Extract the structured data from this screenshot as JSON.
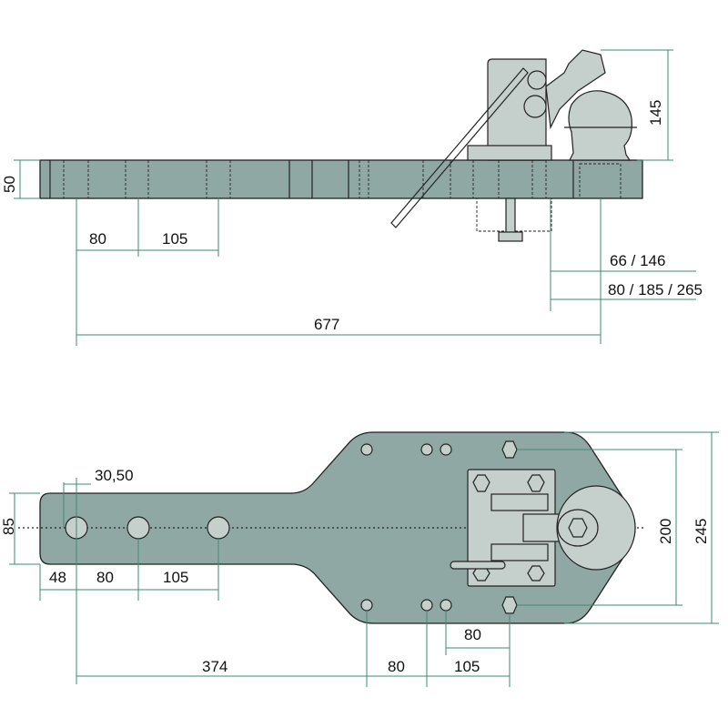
{
  "side_view": {
    "dimensions": {
      "height_bar": "50",
      "ball_height": "145",
      "hole_spacing_1": "80",
      "hole_spacing_2": "105",
      "offset_a": "66 / 146",
      "offset_b": "80 / 185 / 265",
      "total_length": "677"
    }
  },
  "top_view": {
    "dimensions": {
      "hole_diameter": "30,50",
      "bar_width": "85",
      "end_to_hole": "48",
      "hole_spacing_1": "80",
      "hole_spacing_2": "105",
      "bolt_spacing_width": "200",
      "plate_width": "245",
      "bolt_offset_80": "80",
      "length_374": "374",
      "spacing_80": "80",
      "spacing_105": "105"
    }
  },
  "colors": {
    "body": "#8fa8a4",
    "dimension": "#3f8a74"
  }
}
